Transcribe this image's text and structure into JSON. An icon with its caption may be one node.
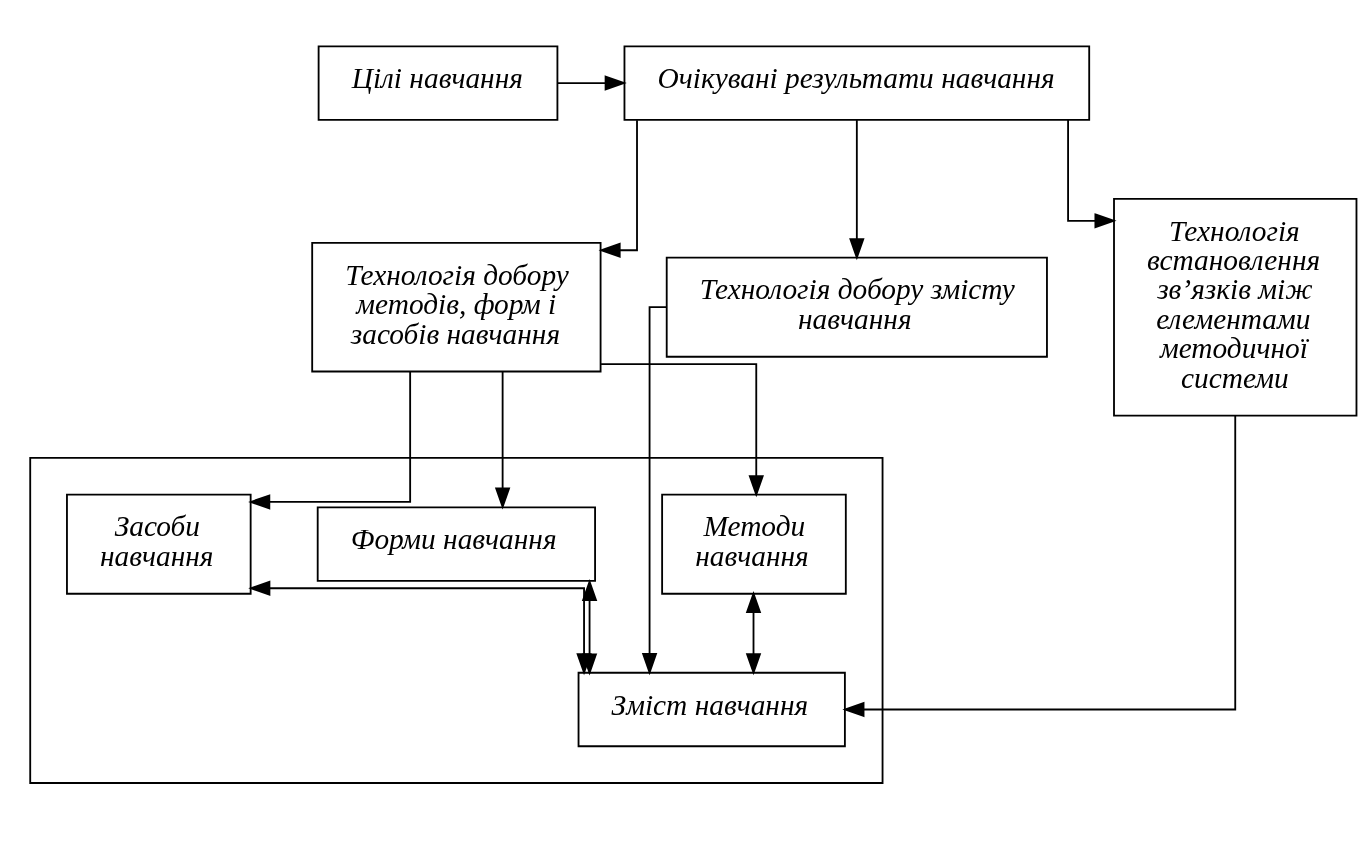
{
  "diagram": {
    "nodes": [
      {
        "text": [
          "Цілі навчання"
        ]
      },
      {
        "text": [
          "Очікувані результати навчання"
        ]
      },
      {
        "text": [
          "Технологія добору змісту навчання"
        ]
      },
      {
        "text": [],
        "shape": "box"
      },
      {
        "text": [
          "Технологія добору методів, форм і засобів навчання"
        ]
      },
      {
        "text": [
          "Методи навчання"
        ],
        "in": 3
      },
      {
        "text": [
          "Форми навчання"
        ],
        "in": 3
      },
      {
        "text": [
          "Засоби навчання"
        ],
        "in": 3
      },
      {
        "text": [
          "Зміст навчання"
        ],
        "in": 3
      },
      {
        "text": [
          "Технологія встановлення зв’язків між елементами методичної системи"
        ]
      }
    ],
    "edges": [
      {
        "from": 0,
        "to": 1,
        "arrow": "to"
      },
      {
        "from": 1,
        "to": 4,
        "arrow": "to"
      },
      {
        "from": 1,
        "to": 2,
        "arrow": "to"
      },
      {
        "from": 1,
        "to": 9,
        "arrow": "to"
      },
      {
        "from": 2,
        "to": 8,
        "arrow": "to"
      },
      {
        "from": 4,
        "to": 5,
        "arrow": "to"
      },
      {
        "from": 4,
        "to": 6,
        "arrow": "to"
      },
      {
        "from": 4,
        "to": 7,
        "arrow": "to"
      },
      {
        "from": 5,
        "to": 8,
        "arrow": "both"
      },
      {
        "from": 6,
        "to": 8,
        "arrow": "both"
      },
      {
        "from": 7,
        "to": 8,
        "arrow": "both"
      },
      {
        "from": 9,
        "to": 8,
        "arrow": "to"
      }
    ]
  }
}
